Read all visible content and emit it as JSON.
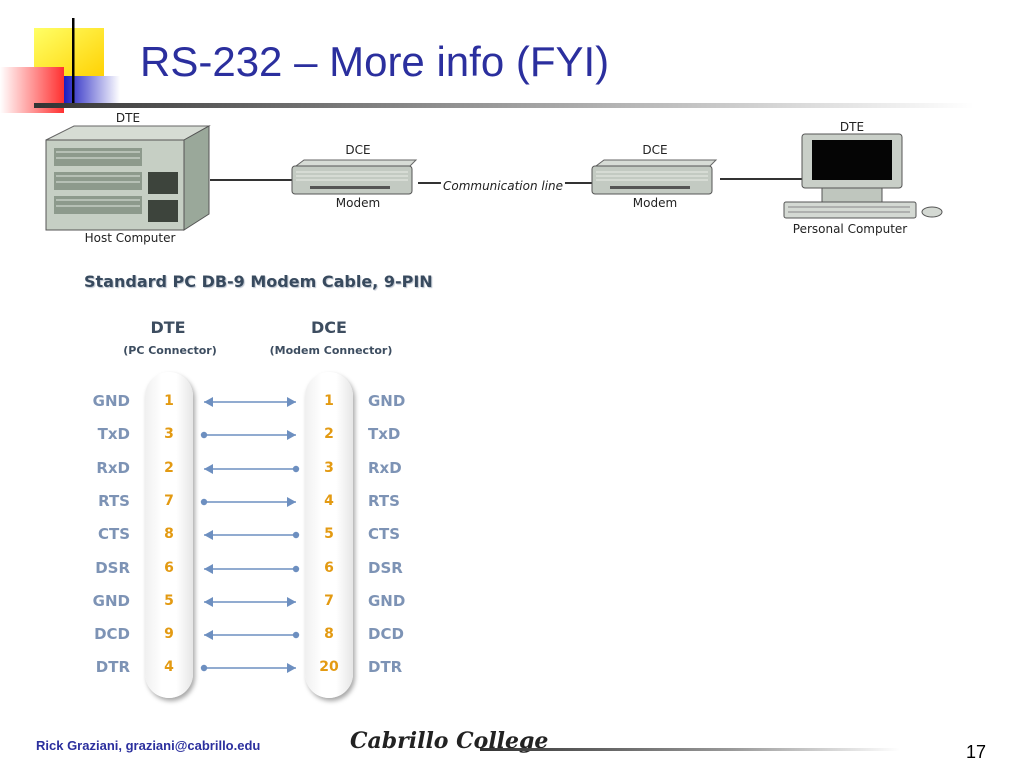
{
  "slide": {
    "title": "RS-232 – More info (FYI)",
    "footer_author": "Rick Graziani, graziani@cabrillo.edu",
    "footer_logo": "Cabrillo College",
    "page_number": "17"
  },
  "network_diagram": {
    "left_dte_label": "DTE",
    "host_label": "Host Computer",
    "left_dce_label": "DCE",
    "left_modem_label": "Modem",
    "line_label": "Communication line",
    "right_dce_label": "DCE",
    "right_modem_label": "Modem",
    "right_dte_label": "DTE",
    "pc_label": "Personal Computer"
  },
  "cable": {
    "title": "Standard PC DB-9 Modem Cable, 9-PIN",
    "dte_header": "DTE",
    "dte_sub": "(PC Connector)",
    "dce_header": "DCE",
    "dce_sub": "(Modem Connector)",
    "rows": [
      {
        "dte_signal": "GND",
        "dte_pin": "1",
        "dce_pin": "1",
        "dce_signal": "GND",
        "direction": "both"
      },
      {
        "dte_signal": "TxD",
        "dte_pin": "3",
        "dce_pin": "2",
        "dce_signal": "TxD",
        "direction": "to_dce"
      },
      {
        "dte_signal": "RxD",
        "dte_pin": "2",
        "dce_pin": "3",
        "dce_signal": "RxD",
        "direction": "to_dte"
      },
      {
        "dte_signal": "RTS",
        "dte_pin": "7",
        "dce_pin": "4",
        "dce_signal": "RTS",
        "direction": "to_dce"
      },
      {
        "dte_signal": "CTS",
        "dte_pin": "8",
        "dce_pin": "5",
        "dce_signal": "CTS",
        "direction": "to_dte"
      },
      {
        "dte_signal": "DSR",
        "dte_pin": "6",
        "dce_pin": "6",
        "dce_signal": "DSR",
        "direction": "to_dte"
      },
      {
        "dte_signal": "GND",
        "dte_pin": "5",
        "dce_pin": "7",
        "dce_signal": "GND",
        "direction": "both"
      },
      {
        "dte_signal": "DCD",
        "dte_pin": "9",
        "dce_pin": "8",
        "dce_signal": "DCD",
        "direction": "to_dte"
      },
      {
        "dte_signal": "DTR",
        "dte_pin": "4",
        "dce_pin": "20",
        "dce_signal": "DTR",
        "direction": "to_dce"
      }
    ]
  },
  "colors": {
    "title": "#2b2f9e",
    "signal": "#7d93b5",
    "pin": "#e39a12",
    "arrow": "#6d8fc0"
  }
}
